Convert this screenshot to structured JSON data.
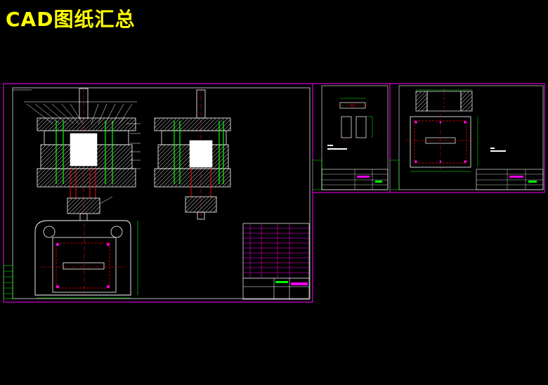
{
  "page_title": "CAD图纸汇总",
  "colors": {
    "background": "#000000",
    "title": "#ffff00",
    "frame": "#ff00ff",
    "line": "#ffffff",
    "dim": "#00ff00",
    "center": "#ff0000",
    "accent_cyan": "#00ffff"
  },
  "sheets": [
    {
      "name": "assembly-drawing-sheet"
    },
    {
      "name": "part-drawing-sheet-small"
    },
    {
      "name": "part-drawing-sheet-plate"
    }
  ]
}
